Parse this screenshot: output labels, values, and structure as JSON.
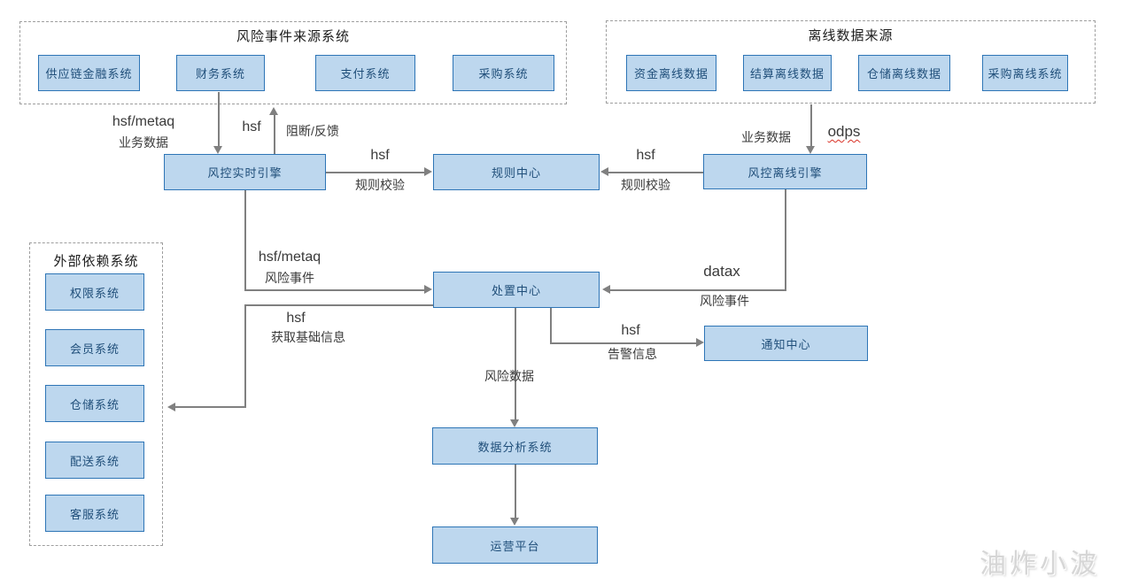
{
  "watermark": "油炸小波",
  "colors": {
    "node_fill": "#BDD7EE",
    "node_border": "#2E75B6",
    "node_text": "#1F4E79",
    "connector": "#808080",
    "label_text": "#3A3A3A",
    "container_border": "#9E9E9E",
    "odps_underline": "#D93025"
  },
  "containers": {
    "risk_sources": {
      "title": "风险事件来源系统",
      "items": [
        "供应链金融系统",
        "财务系统",
        "支付系统",
        "采购系统"
      ]
    },
    "offline_sources": {
      "title": "离线数据来源",
      "items": [
        "资金离线数据",
        "结算离线数据",
        "仓储离线数据",
        "采购离线系统"
      ]
    },
    "external_deps": {
      "title": "外部依赖系统",
      "items": [
        "权限系统",
        "会员系统",
        "仓储系统",
        "配送系统",
        "客服系统"
      ]
    }
  },
  "nodes": {
    "realtime_engine": "风控实时引擎",
    "rule_center": "规则中心",
    "offline_engine": "风控离线引擎",
    "disposal_center": "处置中心",
    "notify_center": "通知中心",
    "data_analysis": "数据分析系统",
    "ops_platform": "运营平台"
  },
  "edge_labels": {
    "business_data_in": {
      "protocol": "hsf/metaq",
      "desc": "业务数据"
    },
    "block_feedback": {
      "protocol": "hsf",
      "desc": "阻断/反馈"
    },
    "realtime_rule_check": {
      "protocol": "hsf",
      "desc": "规则校验"
    },
    "offline_rule_check": {
      "protocol": "hsf",
      "desc": "规则校验"
    },
    "offline_business_data": {
      "desc": "业务数据",
      "protocol": "odps"
    },
    "realtime_risk_event": {
      "protocol": "hsf/metaq",
      "desc": "风险事件"
    },
    "base_info": {
      "protocol": "hsf",
      "desc": "获取基础信息"
    },
    "offline_risk_event": {
      "protocol": "datax",
      "desc": "风险事件"
    },
    "alert_info": {
      "protocol": "hsf",
      "desc": "告警信息"
    },
    "risk_data": {
      "desc": "风险数据"
    }
  }
}
